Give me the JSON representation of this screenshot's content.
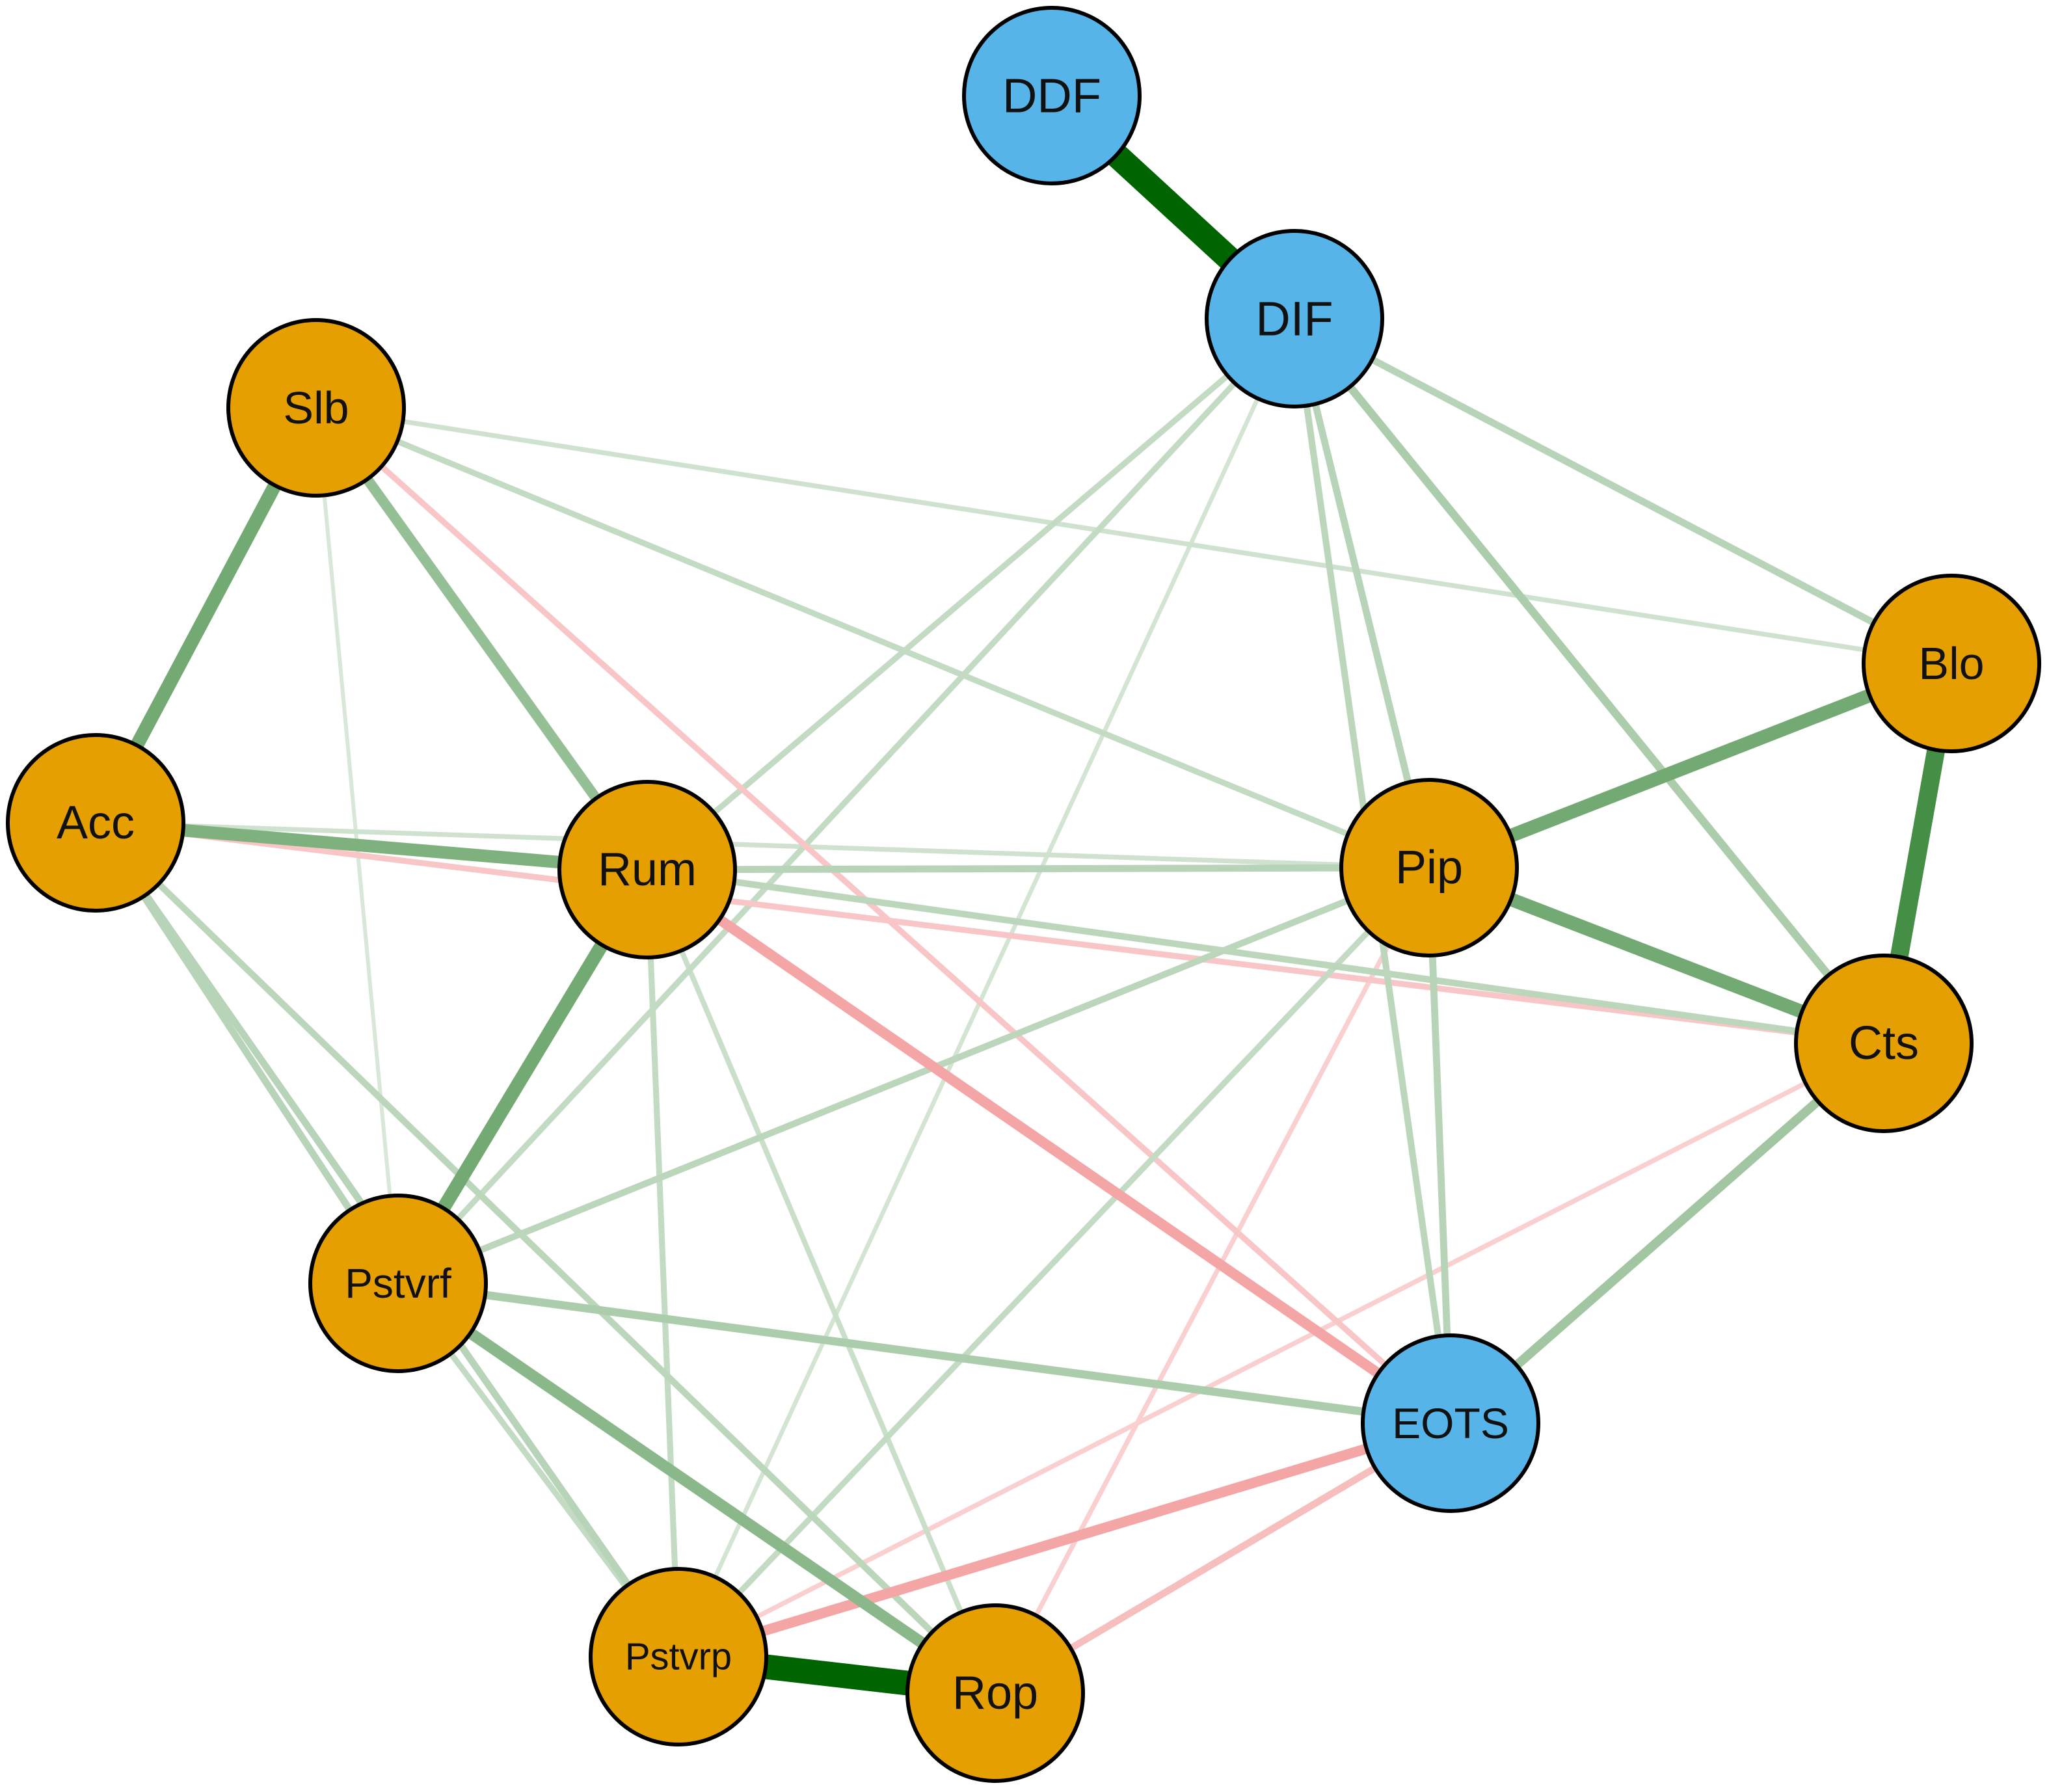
{
  "colors": {
    "group_a": "#E69F00",
    "group_b": "#56B4E9",
    "positive_edge": "#006400",
    "negative_edge": "#F08080",
    "node_border": "#000000"
  },
  "nodes": [
    {
      "id": "DDF",
      "label": "DDF",
      "group": "group_b"
    },
    {
      "id": "DIF",
      "label": "DIF",
      "group": "group_b"
    },
    {
      "id": "Slb",
      "label": "Slb",
      "group": "group_a"
    },
    {
      "id": "Blo",
      "label": "Blo",
      "group": "group_a"
    },
    {
      "id": "Acc",
      "label": "Acc",
      "group": "group_a"
    },
    {
      "id": "Rum",
      "label": "Rum",
      "group": "group_a"
    },
    {
      "id": "Pip",
      "label": "Pip",
      "group": "group_a"
    },
    {
      "id": "Cts",
      "label": "Cts",
      "group": "group_a"
    },
    {
      "id": "Pstvrf",
      "label": "Pstvrf",
      "group": "group_a"
    },
    {
      "id": "EOTS",
      "label": "EOTS",
      "group": "group_b"
    },
    {
      "id": "Pstvrp",
      "label": "Pstvrp",
      "group": "group_a"
    },
    {
      "id": "Rop",
      "label": "Rop",
      "group": "group_a"
    }
  ],
  "edges": [
    {
      "from": "DDF",
      "to": "DIF",
      "sign": "positive",
      "weight": 1.0
    },
    {
      "from": "Pstvrp",
      "to": "Rop",
      "sign": "positive",
      "weight": 1.0
    },
    {
      "from": "Blo",
      "to": "Cts",
      "sign": "positive",
      "weight": 0.7
    },
    {
      "from": "Slb",
      "to": "Acc",
      "sign": "positive",
      "weight": 0.5
    },
    {
      "from": "Pip",
      "to": "Blo",
      "sign": "positive",
      "weight": 0.5
    },
    {
      "from": "Pip",
      "to": "Cts",
      "sign": "positive",
      "weight": 0.5
    },
    {
      "from": "Rum",
      "to": "Pstvrf",
      "sign": "positive",
      "weight": 0.5
    },
    {
      "from": "Acc",
      "to": "Rum",
      "sign": "positive",
      "weight": 0.45
    },
    {
      "from": "Pstvrf",
      "to": "Rop",
      "sign": "positive",
      "weight": 0.4
    },
    {
      "from": "Slb",
      "to": "Rum",
      "sign": "positive",
      "weight": 0.35
    },
    {
      "from": "Cts",
      "to": "EOTS",
      "sign": "positive",
      "weight": 0.3
    },
    {
      "from": "Pstvrf",
      "to": "EOTS",
      "sign": "positive",
      "weight": 0.25
    },
    {
      "from": "DIF",
      "to": "Cts",
      "sign": "positive",
      "weight": 0.25
    },
    {
      "from": "DIF",
      "to": "Blo",
      "sign": "positive",
      "weight": 0.2
    },
    {
      "from": "DIF",
      "to": "Pip",
      "sign": "positive",
      "weight": 0.2
    },
    {
      "from": "DIF",
      "to": "EOTS",
      "sign": "positive",
      "weight": 0.18
    },
    {
      "from": "DIF",
      "to": "Rum",
      "sign": "positive",
      "weight": 0.15
    },
    {
      "from": "DIF",
      "to": "Pstvrf",
      "sign": "positive",
      "weight": 0.15
    },
    {
      "from": "DIF",
      "to": "Pstvrp",
      "sign": "positive",
      "weight": 0.08
    },
    {
      "from": "Slb",
      "to": "Blo",
      "sign": "positive",
      "weight": 0.1
    },
    {
      "from": "Slb",
      "to": "Pip",
      "sign": "positive",
      "weight": 0.15
    },
    {
      "from": "Slb",
      "to": "Pstvrf",
      "sign": "positive",
      "weight": 0.06
    },
    {
      "from": "Slb",
      "to": "EOTS",
      "sign": "negative",
      "weight": 0.15
    },
    {
      "from": "Acc",
      "to": "Pstvrf",
      "sign": "positive",
      "weight": 0.2
    },
    {
      "from": "Acc",
      "to": "Pstvrp",
      "sign": "positive",
      "weight": 0.2
    },
    {
      "from": "Acc",
      "to": "Rop",
      "sign": "positive",
      "weight": 0.18
    },
    {
      "from": "Acc",
      "to": "Pip",
      "sign": "positive",
      "weight": 0.1
    },
    {
      "from": "Acc",
      "to": "Cts",
      "sign": "negative",
      "weight": 0.15
    },
    {
      "from": "Rum",
      "to": "Pip",
      "sign": "positive",
      "weight": 0.2
    },
    {
      "from": "Rum",
      "to": "Cts",
      "sign": "positive",
      "weight": 0.18
    },
    {
      "from": "Rum",
      "to": "EOTS",
      "sign": "negative",
      "weight": 0.35
    },
    {
      "from": "Rum",
      "to": "Rop",
      "sign": "positive",
      "weight": 0.12
    },
    {
      "from": "Rum",
      "to": "Pstvrp",
      "sign": "positive",
      "weight": 0.15
    },
    {
      "from": "Pip",
      "to": "Pstvrf",
      "sign": "positive",
      "weight": 0.18
    },
    {
      "from": "Pip",
      "to": "EOTS",
      "sign": "positive",
      "weight": 0.2
    },
    {
      "from": "Pip",
      "to": "Rop",
      "sign": "negative",
      "weight": 0.1
    },
    {
      "from": "Pip",
      "to": "Pstvrp",
      "sign": "positive",
      "weight": 0.15
    },
    {
      "from": "Cts",
      "to": "Pstvrp",
      "sign": "negative",
      "weight": 0.1
    },
    {
      "from": "EOTS",
      "to": "Pstvrp",
      "sign": "negative",
      "weight": 0.35
    },
    {
      "from": "EOTS",
      "to": "Rop",
      "sign": "negative",
      "weight": 0.2
    },
    {
      "from": "Pstvrf",
      "to": "Pstvrp",
      "sign": "positive",
      "weight": 0.15
    }
  ]
}
